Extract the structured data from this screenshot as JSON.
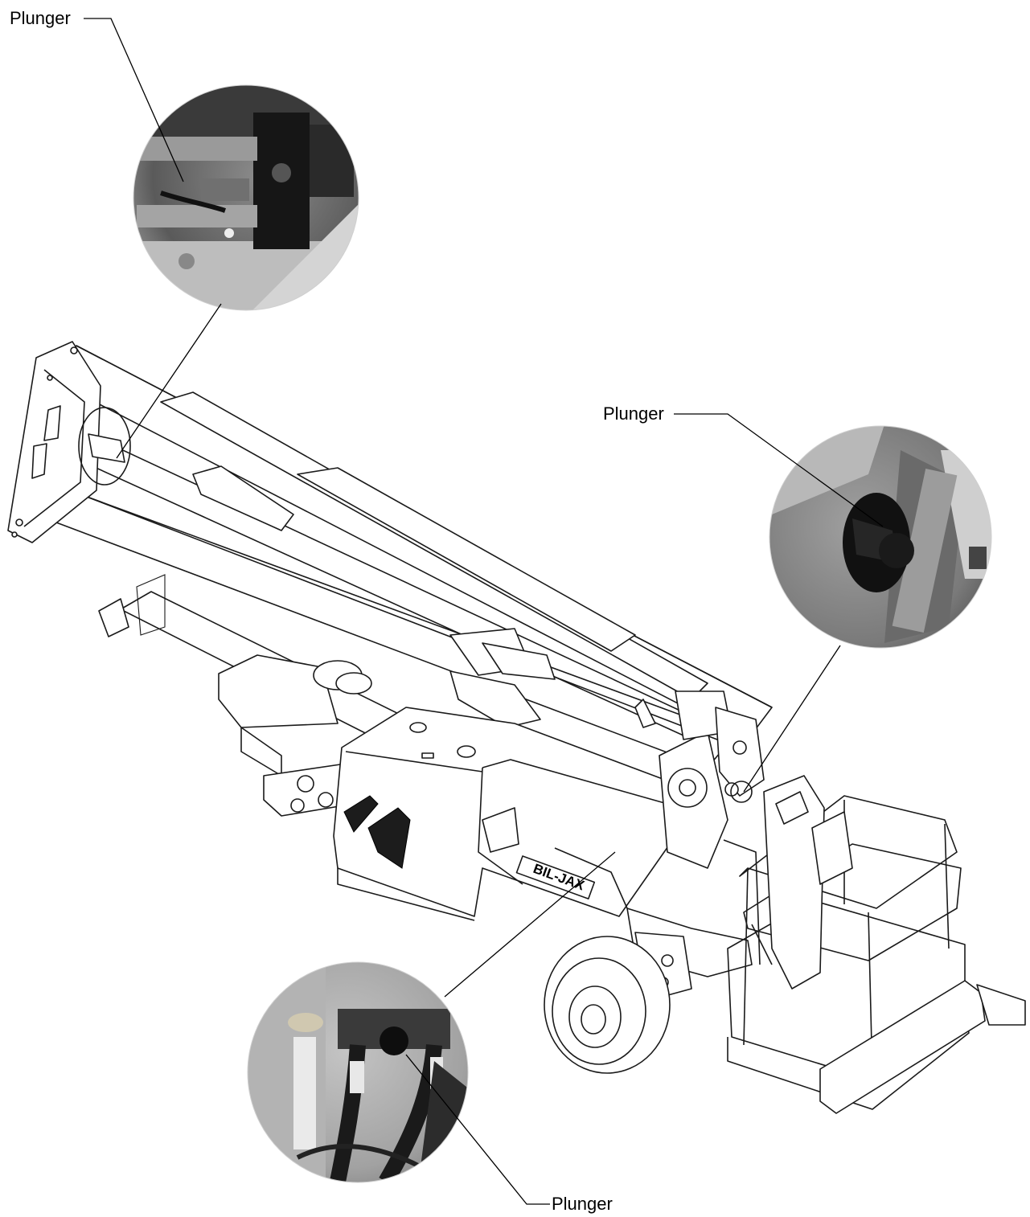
{
  "callouts": [
    {
      "id": "top",
      "label": "Plunger"
    },
    {
      "id": "right",
      "label": "Plunger"
    },
    {
      "id": "bottom",
      "label": "Plunger"
    }
  ],
  "brand_logo_text": "BIL-JAX",
  "insets": [
    {
      "id": "top",
      "name": "jib-valve-closeup",
      "tone": "#6d6d6d"
    },
    {
      "id": "right",
      "name": "platform-rotator-closeup",
      "tone": "#8a8a8a"
    },
    {
      "id": "bottom",
      "name": "turntable-valve-closeup",
      "tone": "#9a9a9a"
    }
  ]
}
